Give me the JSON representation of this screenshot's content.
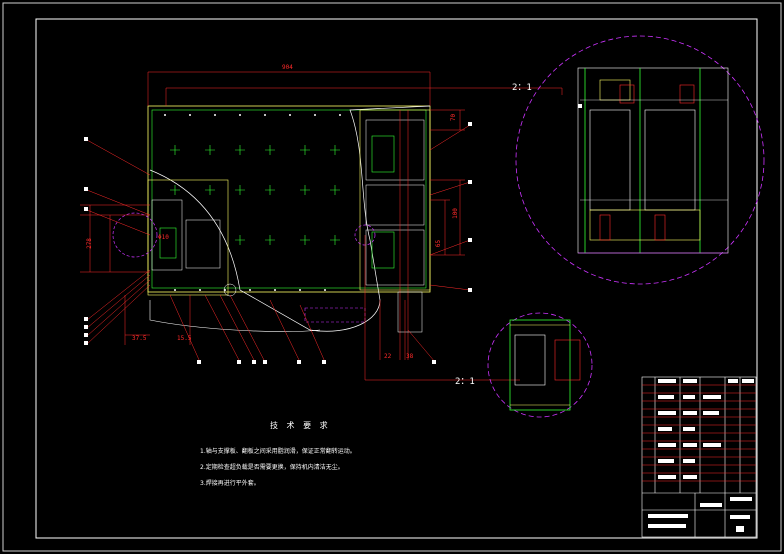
{
  "drawing": {
    "notes_title": "技 术 要 求",
    "notes": [
      "1.轴与支撑板、翻板之间采用脂润滑，保证正常翻转运动。",
      "2.定期检查超负载是否需要更换，保持机内清洁无尘。",
      "3.焊接再进行平外套。"
    ],
    "detail_scale_top": "2：1",
    "detail_scale_bottom": "2：1",
    "dimensions": {
      "top_width": "904",
      "left_height": "278",
      "left_sub": "Φ10",
      "bottom_left_a": "37.5",
      "bottom_left_b": "15.5",
      "bottom_right_a": "22",
      "bottom_right_b": "38",
      "right_a": "70",
      "right_b": "100",
      "right_c": "65"
    }
  }
}
